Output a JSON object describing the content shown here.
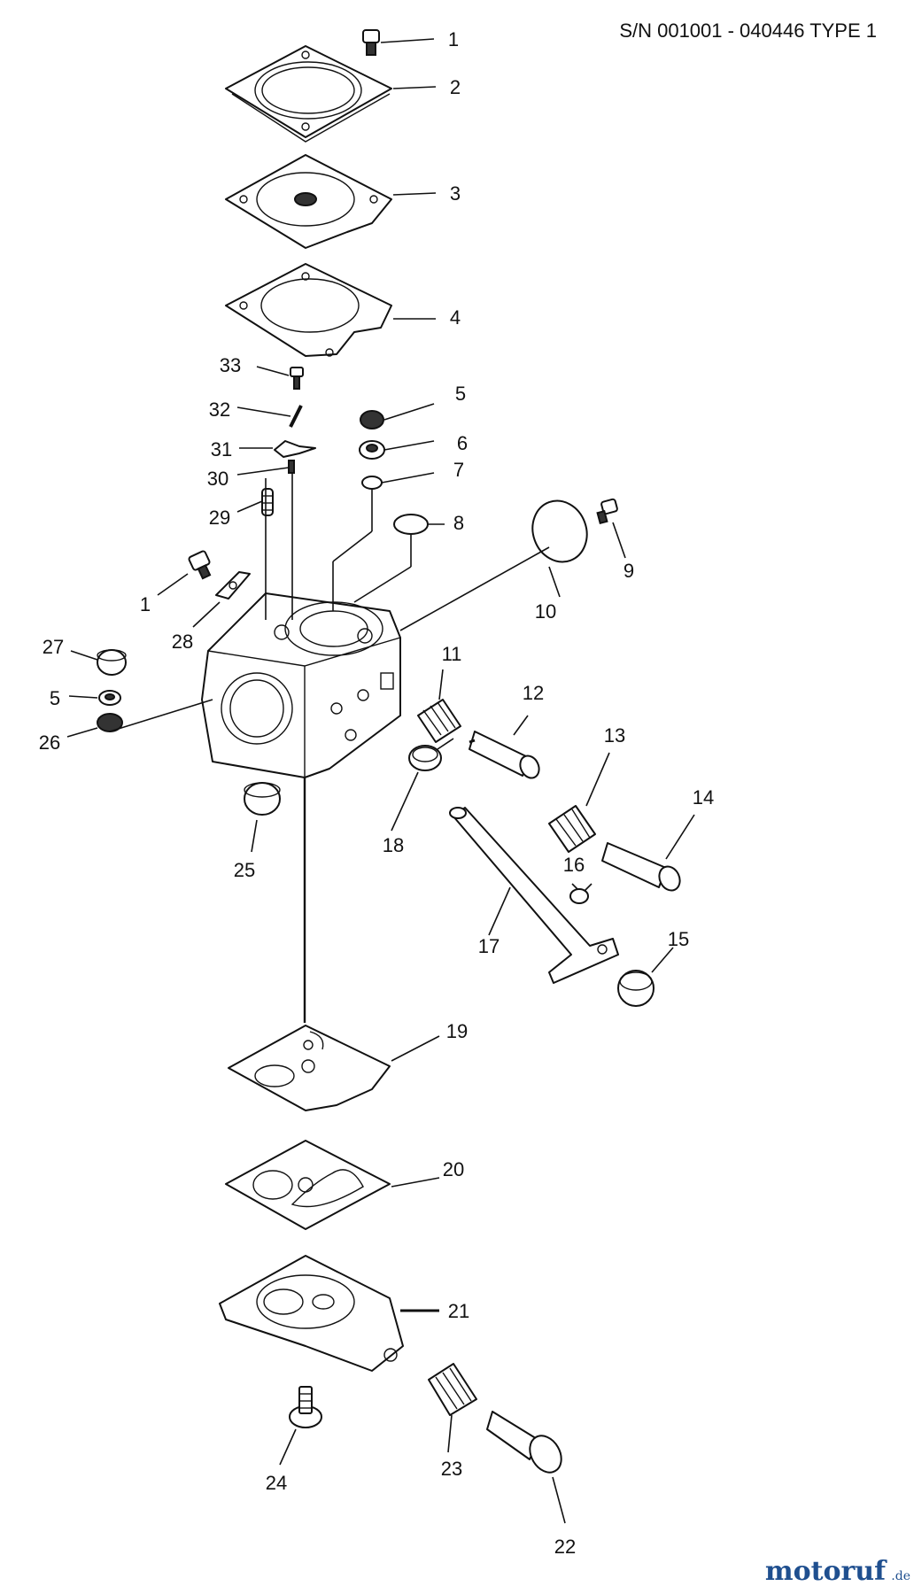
{
  "header": {
    "serial_text": "S/N 001001 - 040446 TYPE 1"
  },
  "watermark": {
    "brand": "motoruf",
    "suffix": ".de",
    "color": "#1f4f8f"
  },
  "callouts": [
    {
      "id": "c1a",
      "text": "1"
    },
    {
      "id": "c2",
      "text": "2"
    },
    {
      "id": "c3",
      "text": "3"
    },
    {
      "id": "c4",
      "text": "4"
    },
    {
      "id": "c33",
      "text": "33"
    },
    {
      "id": "c32",
      "text": "32"
    },
    {
      "id": "c31",
      "text": "31"
    },
    {
      "id": "c30",
      "text": "30"
    },
    {
      "id": "c29",
      "text": "29"
    },
    {
      "id": "c5a",
      "text": "5"
    },
    {
      "id": "c6",
      "text": "6"
    },
    {
      "id": "c7",
      "text": "7"
    },
    {
      "id": "c8",
      "text": "8"
    },
    {
      "id": "c9",
      "text": "9"
    },
    {
      "id": "c10",
      "text": "10"
    },
    {
      "id": "c1b",
      "text": "1"
    },
    {
      "id": "c28",
      "text": "28"
    },
    {
      "id": "c27",
      "text": "27"
    },
    {
      "id": "c5b",
      "text": "5"
    },
    {
      "id": "c26",
      "text": "26"
    },
    {
      "id": "c11",
      "text": "11"
    },
    {
      "id": "c12",
      "text": "12"
    },
    {
      "id": "c13",
      "text": "13"
    },
    {
      "id": "c14",
      "text": "14"
    },
    {
      "id": "c18",
      "text": "18"
    },
    {
      "id": "c25",
      "text": "25"
    },
    {
      "id": "c16",
      "text": "16"
    },
    {
      "id": "c17",
      "text": "17"
    },
    {
      "id": "c15",
      "text": "15"
    },
    {
      "id": "c19",
      "text": "19"
    },
    {
      "id": "c20",
      "text": "20"
    },
    {
      "id": "c21",
      "text": "21"
    },
    {
      "id": "c23",
      "text": "23"
    },
    {
      "id": "c22",
      "text": "22"
    },
    {
      "id": "c24",
      "text": "24"
    }
  ]
}
